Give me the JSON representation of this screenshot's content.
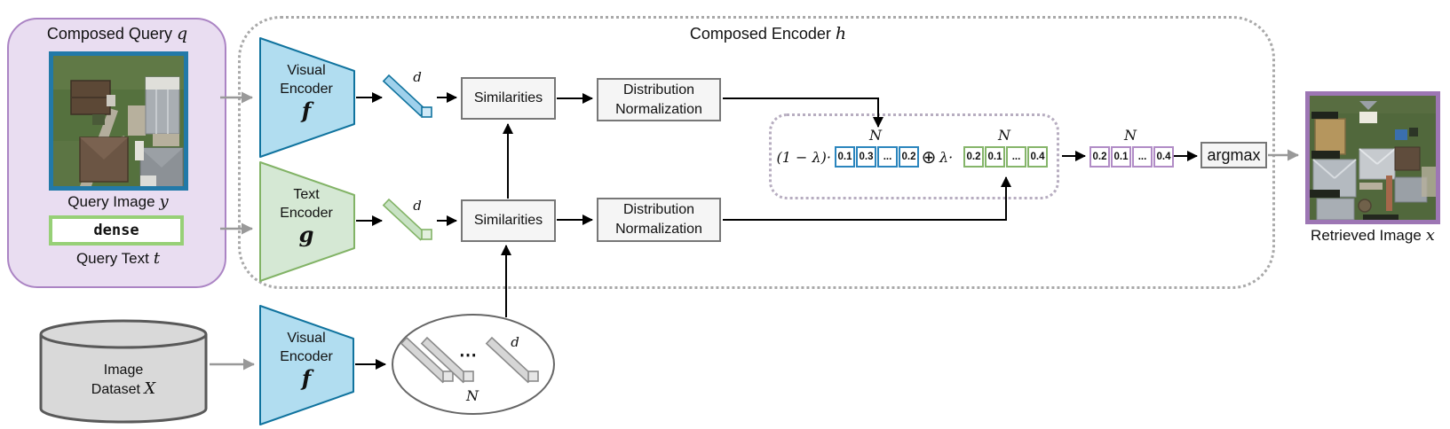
{
  "figure": {
    "composed_query": {
      "title": "Composed Query",
      "title_symbol": "q",
      "image_caption": "Query Image",
      "image_symbol": "y",
      "text_value": "dense",
      "text_caption": "Query Text",
      "text_symbol": "t"
    },
    "composed_encoder": {
      "title": "Composed Encoder",
      "title_symbol": "h"
    },
    "encoders": {
      "visual_top": {
        "line1": "Visual",
        "line2": "Encoder",
        "symbol": "f"
      },
      "text_enc": {
        "line1": "Text",
        "line2": "Encoder",
        "symbol": "g"
      },
      "visual_bottom": {
        "line1": "Visual",
        "line2": "Encoder",
        "symbol": "f"
      }
    },
    "embeddings": {
      "visual_dim": "d",
      "text_dim": "d",
      "dataset_dim": "d",
      "dataset_count": "N",
      "dataset_dots": "⋯"
    },
    "blocks": {
      "similarities_top": "Similarities",
      "similarities_bottom": "Similarities",
      "distnorm_top": {
        "line1": "Distribution",
        "line2": "Normalization"
      },
      "distnorm_bottom": {
        "line1": "Distribution",
        "line2": "Normalization"
      },
      "argmax": "argmax"
    },
    "fusion": {
      "left_coeff": "(1 − λ)·",
      "oplus": "⊕",
      "right_coeff": "λ·",
      "n_visual": "N",
      "n_text": "N",
      "n_output": "N",
      "visual_scores": [
        "0.1",
        "0.3",
        "...",
        "0.2"
      ],
      "text_scores": [
        "0.2",
        "0.1",
        "...",
        "0.4"
      ],
      "output_scores": [
        "0.2",
        "0.1",
        "...",
        "0.4"
      ]
    },
    "dataset": {
      "line1": "Image",
      "line2": "Dataset",
      "symbol": "X"
    },
    "retrieved": {
      "caption": "Retrieved Image",
      "symbol": "x"
    },
    "colors": {
      "query_panel_fill": "#e9ddf1",
      "query_panel_stroke": "#ab84c4",
      "visual_encoder_fill": "#b1ddf0",
      "visual_encoder_stroke": "#10739e",
      "text_encoder_fill": "#d5e8d4",
      "text_encoder_stroke": "#82b366",
      "dense_box_stroke": "#97d077",
      "block_fill": "#f5f5f5",
      "block_stroke": "#777777",
      "vector_blue": "#2b85bd",
      "vector_green": "#85b56a",
      "vector_purple": "#b18cc6",
      "query_image_border": "#2279a8",
      "retrieved_image_border": "#9d76b4",
      "outer_dotted": "#a9a9a9",
      "fusion_dotted": "#b7adc0",
      "arrow_black": "#000000",
      "arrow_gray": "#999999",
      "cylinder_fill": "#d9d9d9",
      "cylinder_stroke": "#595959"
    }
  }
}
